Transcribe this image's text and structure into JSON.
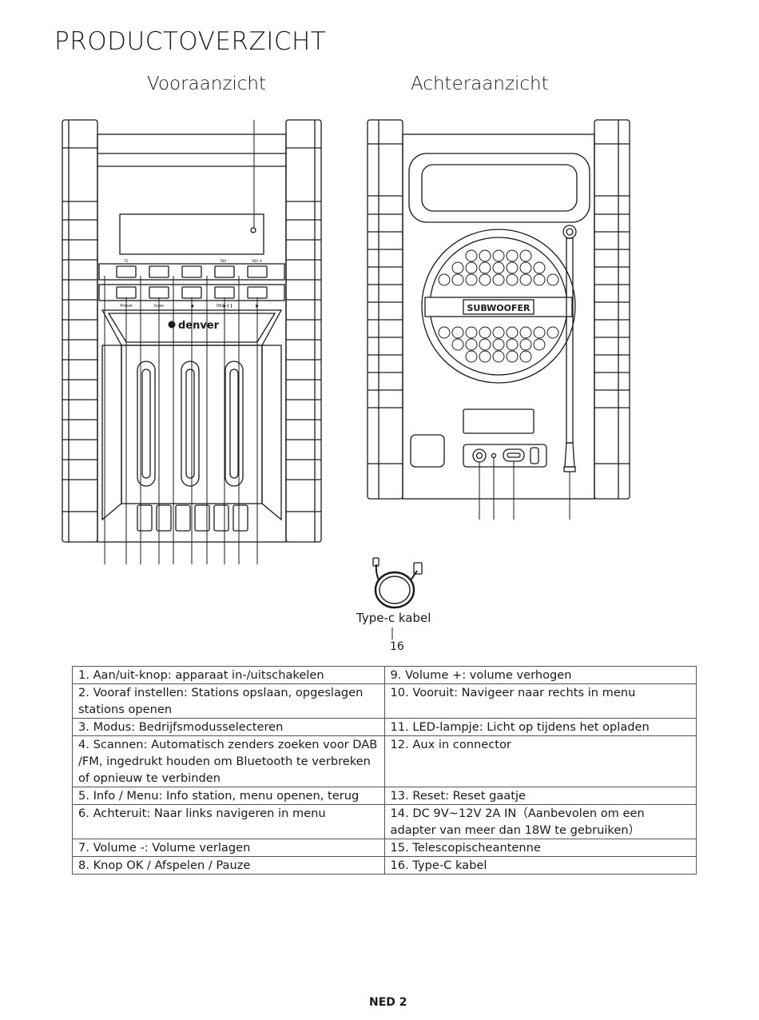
{
  "page": {
    "title": "PRODUCTOVERZICHT",
    "footer": "NED  2"
  },
  "views": {
    "front_label": "Vooraanzicht",
    "back_label": "Achteraanzicht"
  },
  "front_panel": {
    "top_labels": [
      "⏻",
      "Vol -",
      "Vol +"
    ],
    "bottom_labels": [
      "Preset",
      "Scan",
      "◀",
      "OK/▶❙❙",
      "▶"
    ],
    "brand": "denver"
  },
  "rear_panel": {
    "subwoofer_text": "SUBWOOFER"
  },
  "cable": {
    "label": "Type-c kabel",
    "number": "16"
  },
  "legend": {
    "rows": [
      {
        "left": "1. Aan/uit-knop: apparaat in-/uitschakelen",
        "right": "9. Volume +: volume verhogen"
      },
      {
        "left": "2. Vooraf instellen: Stations opslaan, opgeslagen stations openen",
        "right": "10. Vooruit: Navigeer naar rechts in menu"
      },
      {
        "left": "3. Modus: Bedrijfsmodusselecteren",
        "right": "11. LED-lampje: Licht op tijdens het opladen"
      },
      {
        "left": "4. Scannen: Automatisch zenders zoeken voor DAB /FM, ingedrukt houden om Bluetooth te verbreken of opnieuw te verbinden",
        "right": "12. Aux in connector"
      },
      {
        "left": "5. Info / Menu: Info station, menu openen, terug",
        "right": "13. Reset: Reset gaatje"
      },
      {
        "left": "6. Achteruit: Naar links navigeren in menu",
        "right": "14. DC 9V~12V 2A IN（Aanbevolen om een adapter van meer dan 18W te gebruiken）"
      },
      {
        "left": "7. Volume -: Volume verlagen",
        "right": "15. Telescopischeantenne"
      },
      {
        "left": "8. Knop OK / Afspelen / Pauze",
        "right": "16. Type-C kabel"
      }
    ]
  }
}
